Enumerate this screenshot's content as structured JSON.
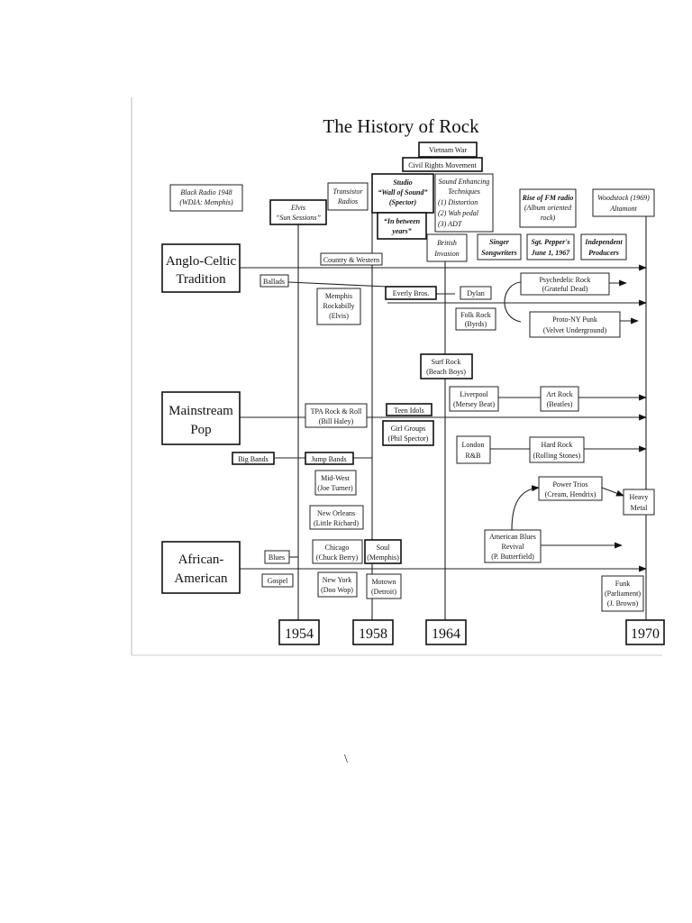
{
  "title": "The History of Rock",
  "stray_mark": "\\",
  "years": [
    "1954",
    "1958",
    "1964",
    "1970"
  ],
  "traditions": {
    "anglo": [
      "Anglo-Celtic",
      "Tradition"
    ],
    "mainstream": [
      "Mainstream",
      "Pop"
    ],
    "african": [
      "African-",
      "American"
    ]
  },
  "events": {
    "black_radio": [
      "Black Radio 1948",
      "(WDIA: Memphis)"
    ],
    "elvis": [
      "Elvis",
      "“Sun Sessions”"
    ],
    "transistor": [
      "Transistor",
      "Radios"
    ],
    "studio": [
      "Studio",
      "“Wall of Sound”",
      "(Spector)"
    ],
    "in_between": [
      "“In between",
      "years”"
    ],
    "sound_enhancing": [
      "Sound Enhancing",
      "Techniques",
      "(1) Distortion",
      "(2) Wah pedal",
      "(3) ADT"
    ],
    "vietnam": "Vietnam War",
    "civil_rights": "Civil Rights Movement",
    "british_invasion": [
      "British",
      "Invasion"
    ],
    "singer_songwriters": [
      "Singer",
      "Songwriters"
    ],
    "sgt_pepper": [
      "Sgt. Pepper's",
      "June 1, 1967"
    ],
    "fm_radio": [
      "Rise of FM radio",
      "(Album oriented",
      "rock)"
    ],
    "independent": [
      "Independent",
      "Producers"
    ],
    "woodstock": [
      "Woodstock (1969)",
      "Altamont"
    ]
  },
  "genres": {
    "country_western": "Country & Western",
    "ballads": "Ballads",
    "memphis_rockabilly": [
      "Memphis",
      "Rockabilly",
      "(Elvis)"
    ],
    "everly": "Everly Bros.",
    "dylan": "Dylan",
    "psychedelic": [
      "Psychedelic Rock",
      "(Grateful Dead)"
    ],
    "folk_rock": [
      "Folk Rock",
      "(Byrds)"
    ],
    "proto_punk": [
      "Proto-NY Punk",
      "(Velvet Underground)"
    ],
    "surf_rock": [
      "Surf Rock",
      "(Beach Boys)"
    ],
    "tpa": [
      "TPA Rock & Roll",
      "(Bill Haley)"
    ],
    "teen_idols": "Teen Idols",
    "liverpool": [
      "Liverpool",
      "(Mersey Beat)"
    ],
    "art_rock": [
      "Art Rock",
      "(Beatles)"
    ],
    "girl_groups": [
      "Girl Groups",
      "(Phil Spector)"
    ],
    "big_bands": "Big Bands",
    "jump_bands": "Jump Bands",
    "london": [
      "London",
      "R&B"
    ],
    "hard_rock": [
      "Hard Rock",
      "(Rolling Stones)"
    ],
    "midwest": [
      "Mid-West",
      "(Joe Turner)"
    ],
    "power_trios": [
      "Power Trios",
      "(Cream, Hendrix)"
    ],
    "heavy_metal": [
      "Heavy",
      "Metal"
    ],
    "new_orleans": [
      "New Orleans",
      "(Little Richard)"
    ],
    "blues": "Blues",
    "chicago": [
      "Chicago",
      "(Chuck Berry)"
    ],
    "soul": [
      "Soul",
      "(Memphis)"
    ],
    "american_blues": [
      "American Blues",
      "Revival",
      "(P. Butterfield)"
    ],
    "gospel": "Gospel",
    "new_york": [
      "New York",
      "(Doo Wop)"
    ],
    "motown": [
      "Motown",
      "(Detroit)"
    ],
    "funk": [
      "Funk",
      "(Parliament)",
      "(J. Brown)"
    ]
  }
}
